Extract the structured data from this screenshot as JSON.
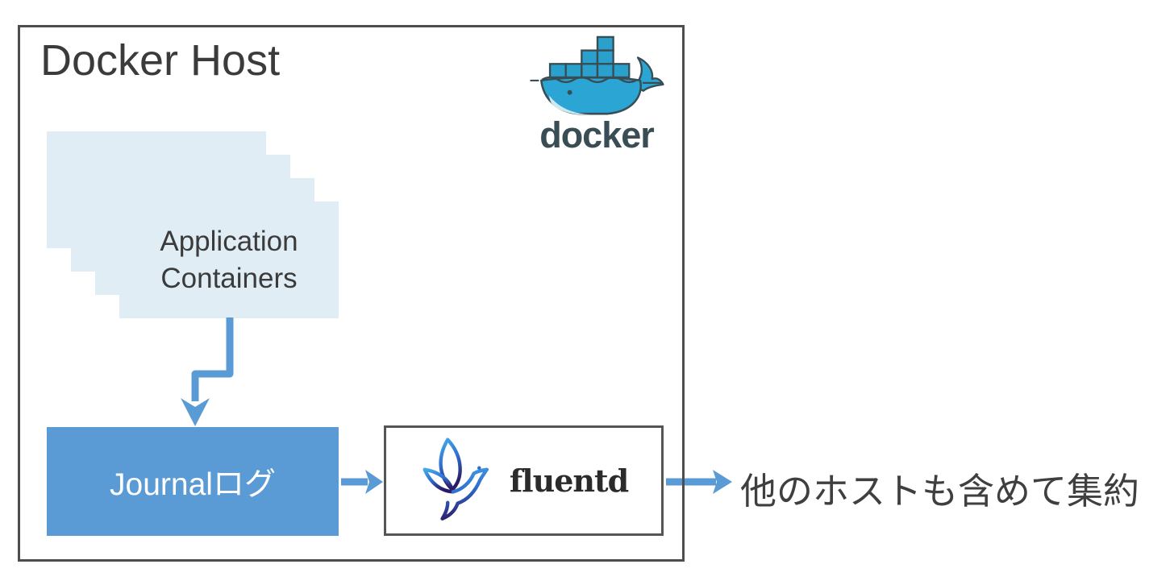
{
  "diagram": {
    "docker_host": {
      "title": "Docker Host",
      "docker_logo": {
        "wordmark": "docker",
        "icon": "docker-whale-icon"
      },
      "application_containers": {
        "line1": "Application",
        "line2": "Containers",
        "stack_count": 4
      },
      "journal": {
        "label": "Journalログ"
      },
      "fluentd": {
        "label": "fluentd",
        "icon": "fluentd-bird-icon"
      }
    },
    "aggregate": {
      "label": "他のホストも含めて集約"
    },
    "colors": {
      "accent_blue": "#5b9bd5",
      "container_stack_fill": "#e0edf4",
      "host_border": "#4d4d4d",
      "fluentd_box_border": "#555555",
      "heading_text": "#3b3b3b",
      "journal_text": "#ffffff",
      "docker_brand_dark": "#394d54",
      "docker_whale_blue": "#2aa5d4",
      "fluentd_gradient_top": "#44aaec",
      "fluentd_gradient_bottom": "#2b1a66"
    }
  }
}
